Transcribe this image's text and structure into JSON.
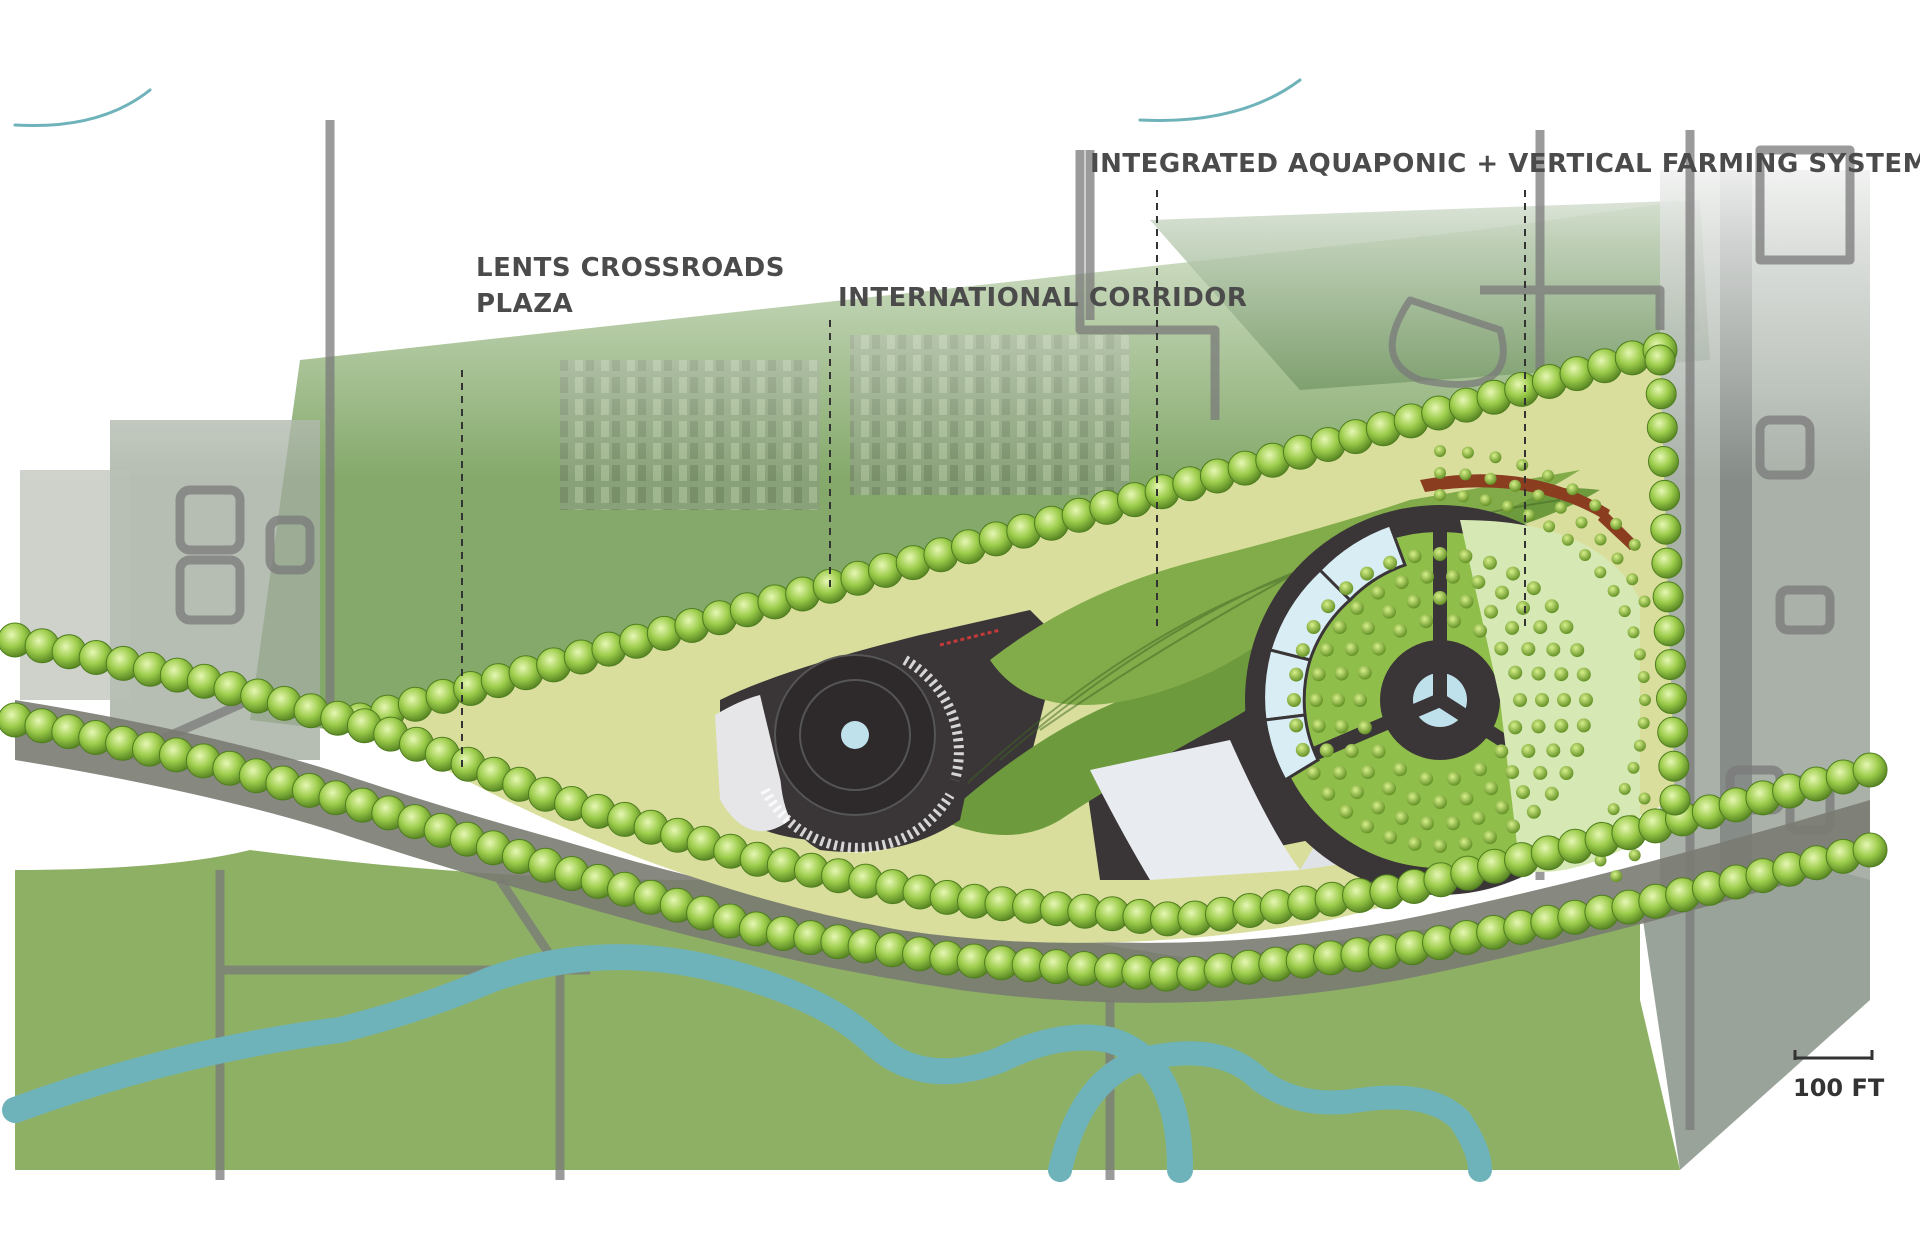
{
  "labels": {
    "lents_line1": "LENTS CROSSROADS",
    "lents_line2": "PLAZA",
    "international_corridor": "INTERNATIONAL CORRIDOR",
    "aquaponic": "INTEGRATED AQUAPONIC + VERTICAL FARMING SYSTEM"
  },
  "scale": {
    "label": "100 FT"
  },
  "colors": {
    "lawn": "#d9de9c",
    "grass": "#7fa35a",
    "roof_green": "#6d9a3c",
    "paving": "#3a3537",
    "water": "#6fb3ba",
    "glass": "#d9eef4",
    "tree": "#9ccc4a",
    "roof_accent": "#8a3d1f"
  }
}
